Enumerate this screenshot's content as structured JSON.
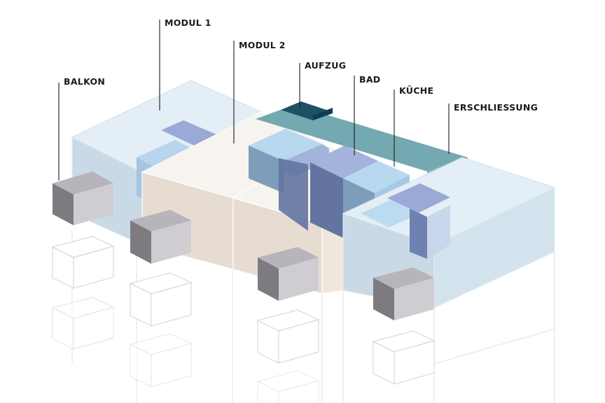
{
  "diagram": {
    "labels": {
      "balkon": "BALKON",
      "modul1": "MODUL 1",
      "modul2": "MODUL 2",
      "aufzug": "AUFZUG",
      "bad": "BAD",
      "kueche": "KÜCHE",
      "erschliessung": "ERSCHLIESSUNG"
    },
    "colors": {
      "modul_glass": "#c9dae6",
      "modul_cream": "#e7dcd2",
      "balkon_grey": "#7d7a80",
      "aufzug_dark": "#0f3d52",
      "erschliessung_teal": "#6fa6ae",
      "bad_blue": "#6677a0",
      "kueche_lightblue": "#b8d8ef"
    }
  }
}
